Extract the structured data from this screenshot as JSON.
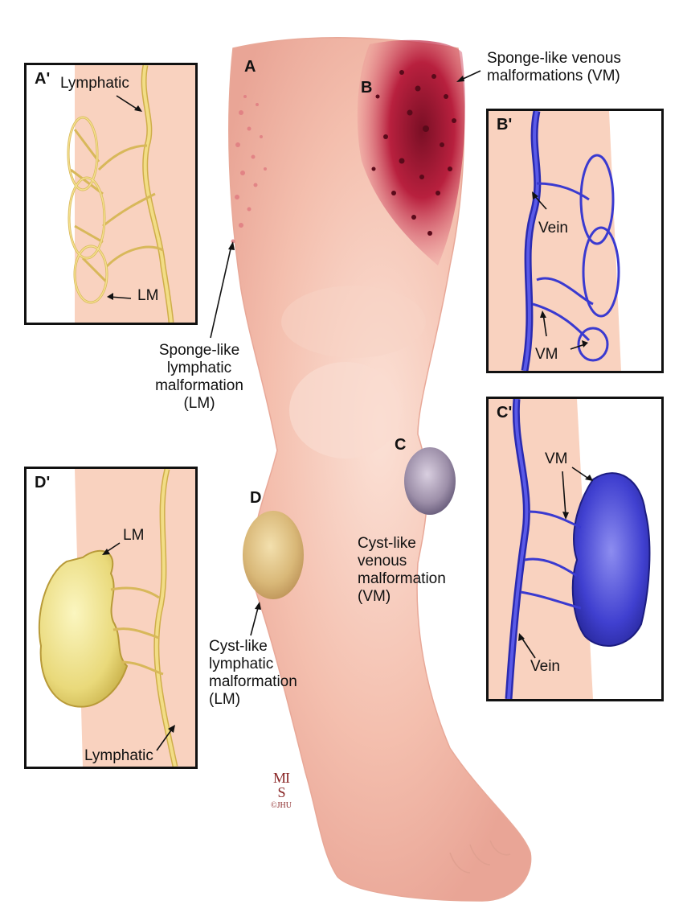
{
  "leg_labels": {
    "a": "A",
    "b": "B",
    "c": "C",
    "d": "D"
  },
  "callouts": {
    "sponge_vm": [
      "Sponge-like venous",
      "malformations (VM)"
    ],
    "sponge_lm": [
      "Sponge-like",
      "lymphatic",
      "malformation",
      "(LM)"
    ],
    "cyst_vm": [
      "Cyst-like",
      "venous",
      "malformation",
      "(VM)"
    ],
    "cyst_lm": [
      "Cyst-like",
      "lymphatic",
      "malformation",
      "(LM)"
    ]
  },
  "panels": {
    "a_prime": {
      "label": "A'",
      "lymphatic": "Lymphatic",
      "lm": "LM"
    },
    "b_prime": {
      "label": "B'",
      "vein": "Vein",
      "vm": "VM"
    },
    "c_prime": {
      "label": "C'",
      "vm": "VM",
      "vein": "Vein"
    },
    "d_prime": {
      "label": "D'",
      "lm": "LM",
      "lymphatic": "Lymphatic"
    }
  },
  "signature": {
    "mark": "MIS",
    "credit": "©JHU"
  },
  "colors": {
    "skin": "#f7c9b8",
    "panel_bg": "#f9d2bf",
    "lymphatic": "#e8cf70",
    "venous": "#3f3fd0",
    "venous_patch": "#b0203c"
  }
}
